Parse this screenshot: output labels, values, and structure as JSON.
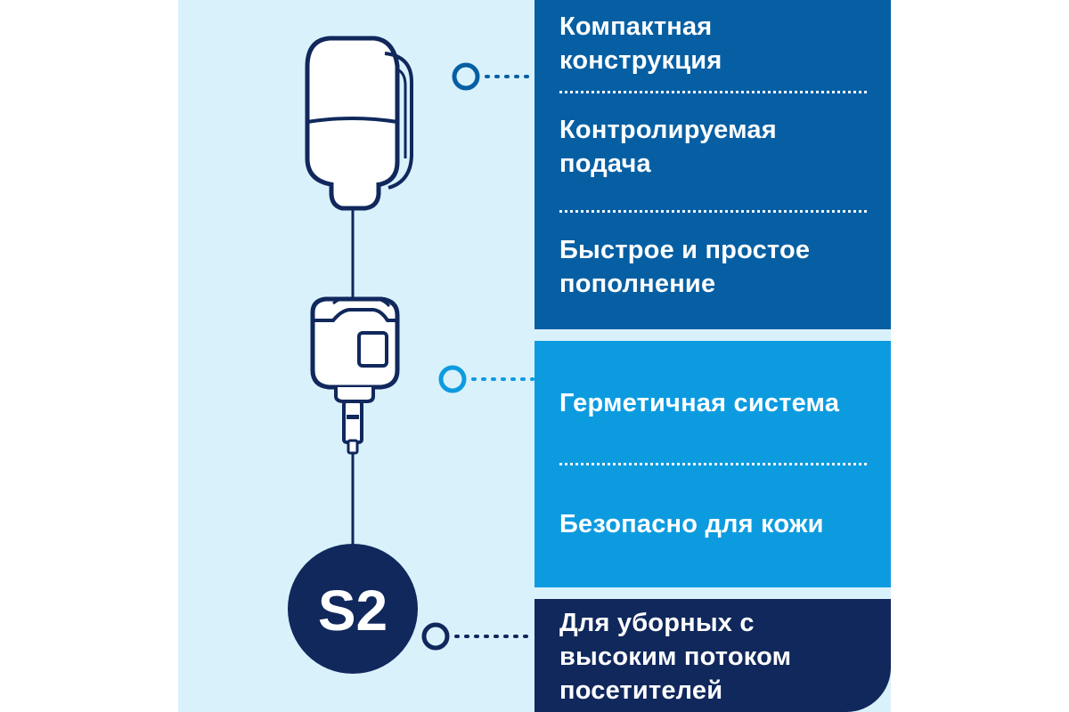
{
  "diagram": {
    "badge": "S2",
    "colors": {
      "background": "#d9f1fb",
      "dark_blue": "#065fa3",
      "light_blue": "#0d9be0",
      "navy": "#10285c",
      "white": "#ffffff"
    }
  },
  "features": {
    "top": [
      "Компактная\nконструкция",
      "Контролируемая\nподача",
      "Быстрое и простое\nпополнение"
    ],
    "middle": [
      "Герметичная система",
      "Безопасно для кожи"
    ],
    "bottom": [
      "Для уборных с\nвысоким потоком\nпосетителей"
    ]
  }
}
